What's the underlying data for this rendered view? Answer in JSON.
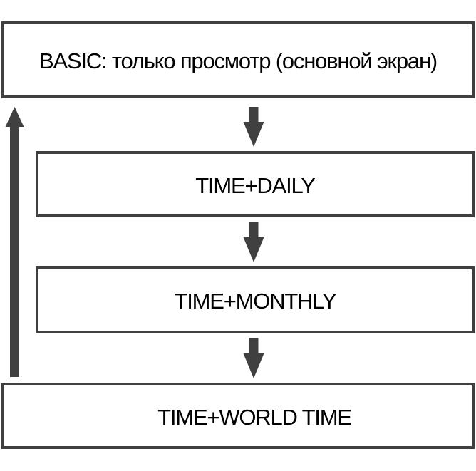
{
  "diagram": {
    "description": "Mode cycle flowchart of watch screens",
    "boxes": [
      {
        "id": "basic",
        "label": "BASIC: только просмотр (основной экран)"
      },
      {
        "id": "time-daily",
        "label": "TIME+DAILY"
      },
      {
        "id": "time-monthly",
        "label": "TIME+MONTHLY"
      },
      {
        "id": "time-world-time",
        "label": "TIME+WORLD TIME"
      }
    ],
    "arrows": {
      "down_icon": "down-arrow",
      "up_icon": "up-arrow",
      "down_count": 3,
      "up_count": 1
    },
    "colors": {
      "line": "#404040",
      "text": "#000000",
      "background": "#ffffff"
    }
  }
}
